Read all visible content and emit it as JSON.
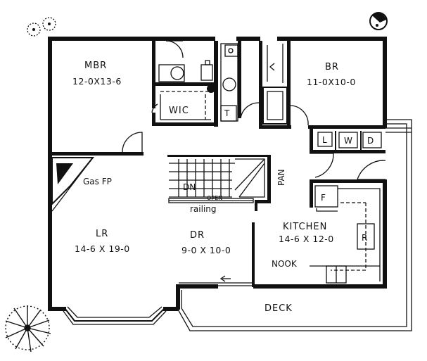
{
  "rooms": {
    "mbr": {
      "name": "MBR",
      "dim": "12-0X13-6"
    },
    "br": {
      "name": "BR",
      "dim": "11-0X10-0"
    },
    "wic": {
      "name": "WIC"
    },
    "lr": {
      "name": "LR",
      "dim": "14-6 X 19-0"
    },
    "dr": {
      "name": "DR",
      "dim": "9-0 X 10-0"
    },
    "kitchen": {
      "name": "KITCHEN",
      "dim": "14-6 X 12-0"
    },
    "nook": {
      "name": "NOOK"
    },
    "deck": {
      "name": "DECK"
    }
  },
  "labels": {
    "toilet": "T",
    "gas_fp": "Gas FP",
    "stair_dn": "DN",
    "open": "OPEN",
    "railing": "railing",
    "pantry": "PAN",
    "laundry_l": "L",
    "washer": "W",
    "dryer": "D",
    "fridge": "R",
    "freezer": "F"
  },
  "colors": {
    "ink": "#111111",
    "paper": "#ffffff"
  }
}
